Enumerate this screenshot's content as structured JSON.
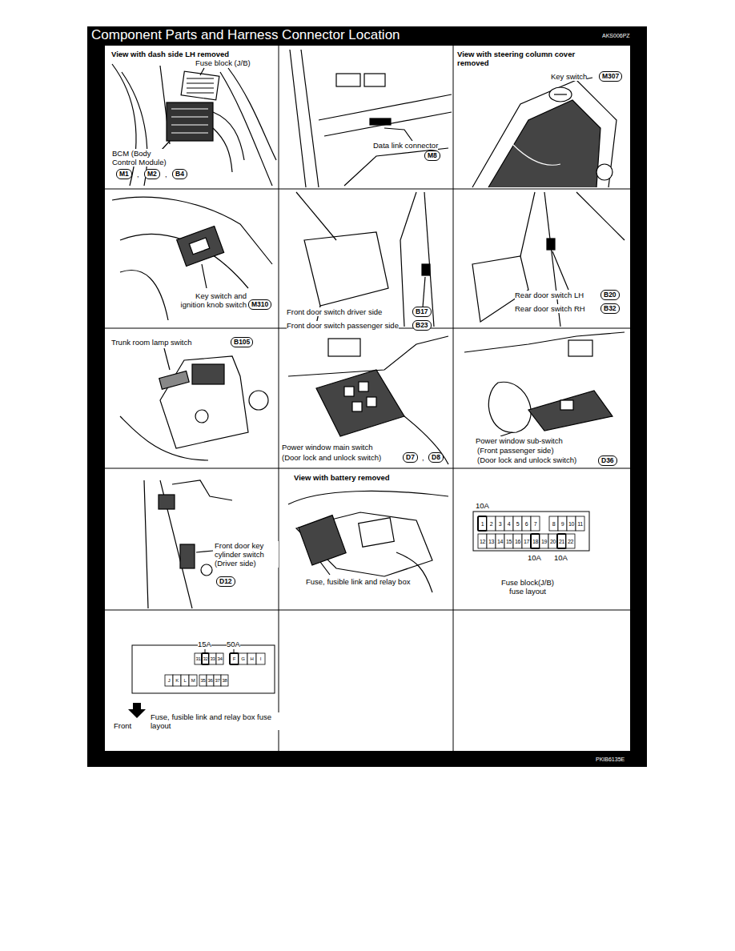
{
  "diagram": {
    "title": "Component Parts and Harness Connector Location",
    "nodes": [
      {
        "text": [
          "M1"
        ]
      },
      {
        "text": [
          "M2"
        ]
      },
      {
        "text": [
          "B4"
        ]
      },
      {
        "text": [
          "M8"
        ]
      },
      {
        "text": [
          "M307"
        ]
      },
      {
        "text": [
          "M310"
        ]
      },
      {
        "text": [
          "B17"
        ]
      },
      {
        "text": [
          "B23"
        ]
      },
      {
        "text": [
          "B20"
        ]
      },
      {
        "text": [
          "B32"
        ]
      },
      {
        "text": [
          "B105"
        ]
      },
      {
        "text": [
          "D7"
        ]
      },
      {
        "text": [
          "D8"
        ]
      },
      {
        "text": [
          "D36"
        ]
      },
      {
        "text": [
          "D12"
        ]
      }
    ],
    "labels": [
      "AKS006PZ",
      "View with dash side LH removed",
      "Fuse block (J/B)",
      "BCM (Body Control Module)",
      ",",
      ",",
      "Data link connector",
      "View with steering column cover removed",
      "Key switch",
      "Key switch and ignition knob switch",
      "Front door switch driver side",
      "Front door switch passenger side",
      "Rear door switch LH",
      "Rear door switch RH",
      "Trunk room lamp switch",
      "Power window main switch",
      "(Door lock and unlock switch)",
      ",",
      "Power window sub-switch",
      "(Front passenger side)",
      "(Door lock and unlock switch)",
      "Front door key cylinder switch (Driver side)",
      "View with battery removed",
      "Fuse, fusible link and relay box",
      "10A",
      "1",
      "2",
      "3",
      "4",
      "5",
      "6",
      "7",
      "8",
      "9",
      "10",
      "11",
      "12",
      "13",
      "14",
      "15",
      "16",
      "17",
      "18",
      "19",
      "20",
      "21",
      "22",
      "10A",
      "10A",
      "Fuse block(J/B) fuse layout",
      "15A",
      "50A",
      "31",
      "32",
      "33",
      "34",
      "F",
      "G",
      "H",
      "I",
      "J",
      "K",
      "L",
      "M",
      "35",
      "36",
      "37",
      "38",
      "Front",
      "Fuse, fusible link and relay box fuse layout",
      "PKIB6135E"
    ]
  }
}
